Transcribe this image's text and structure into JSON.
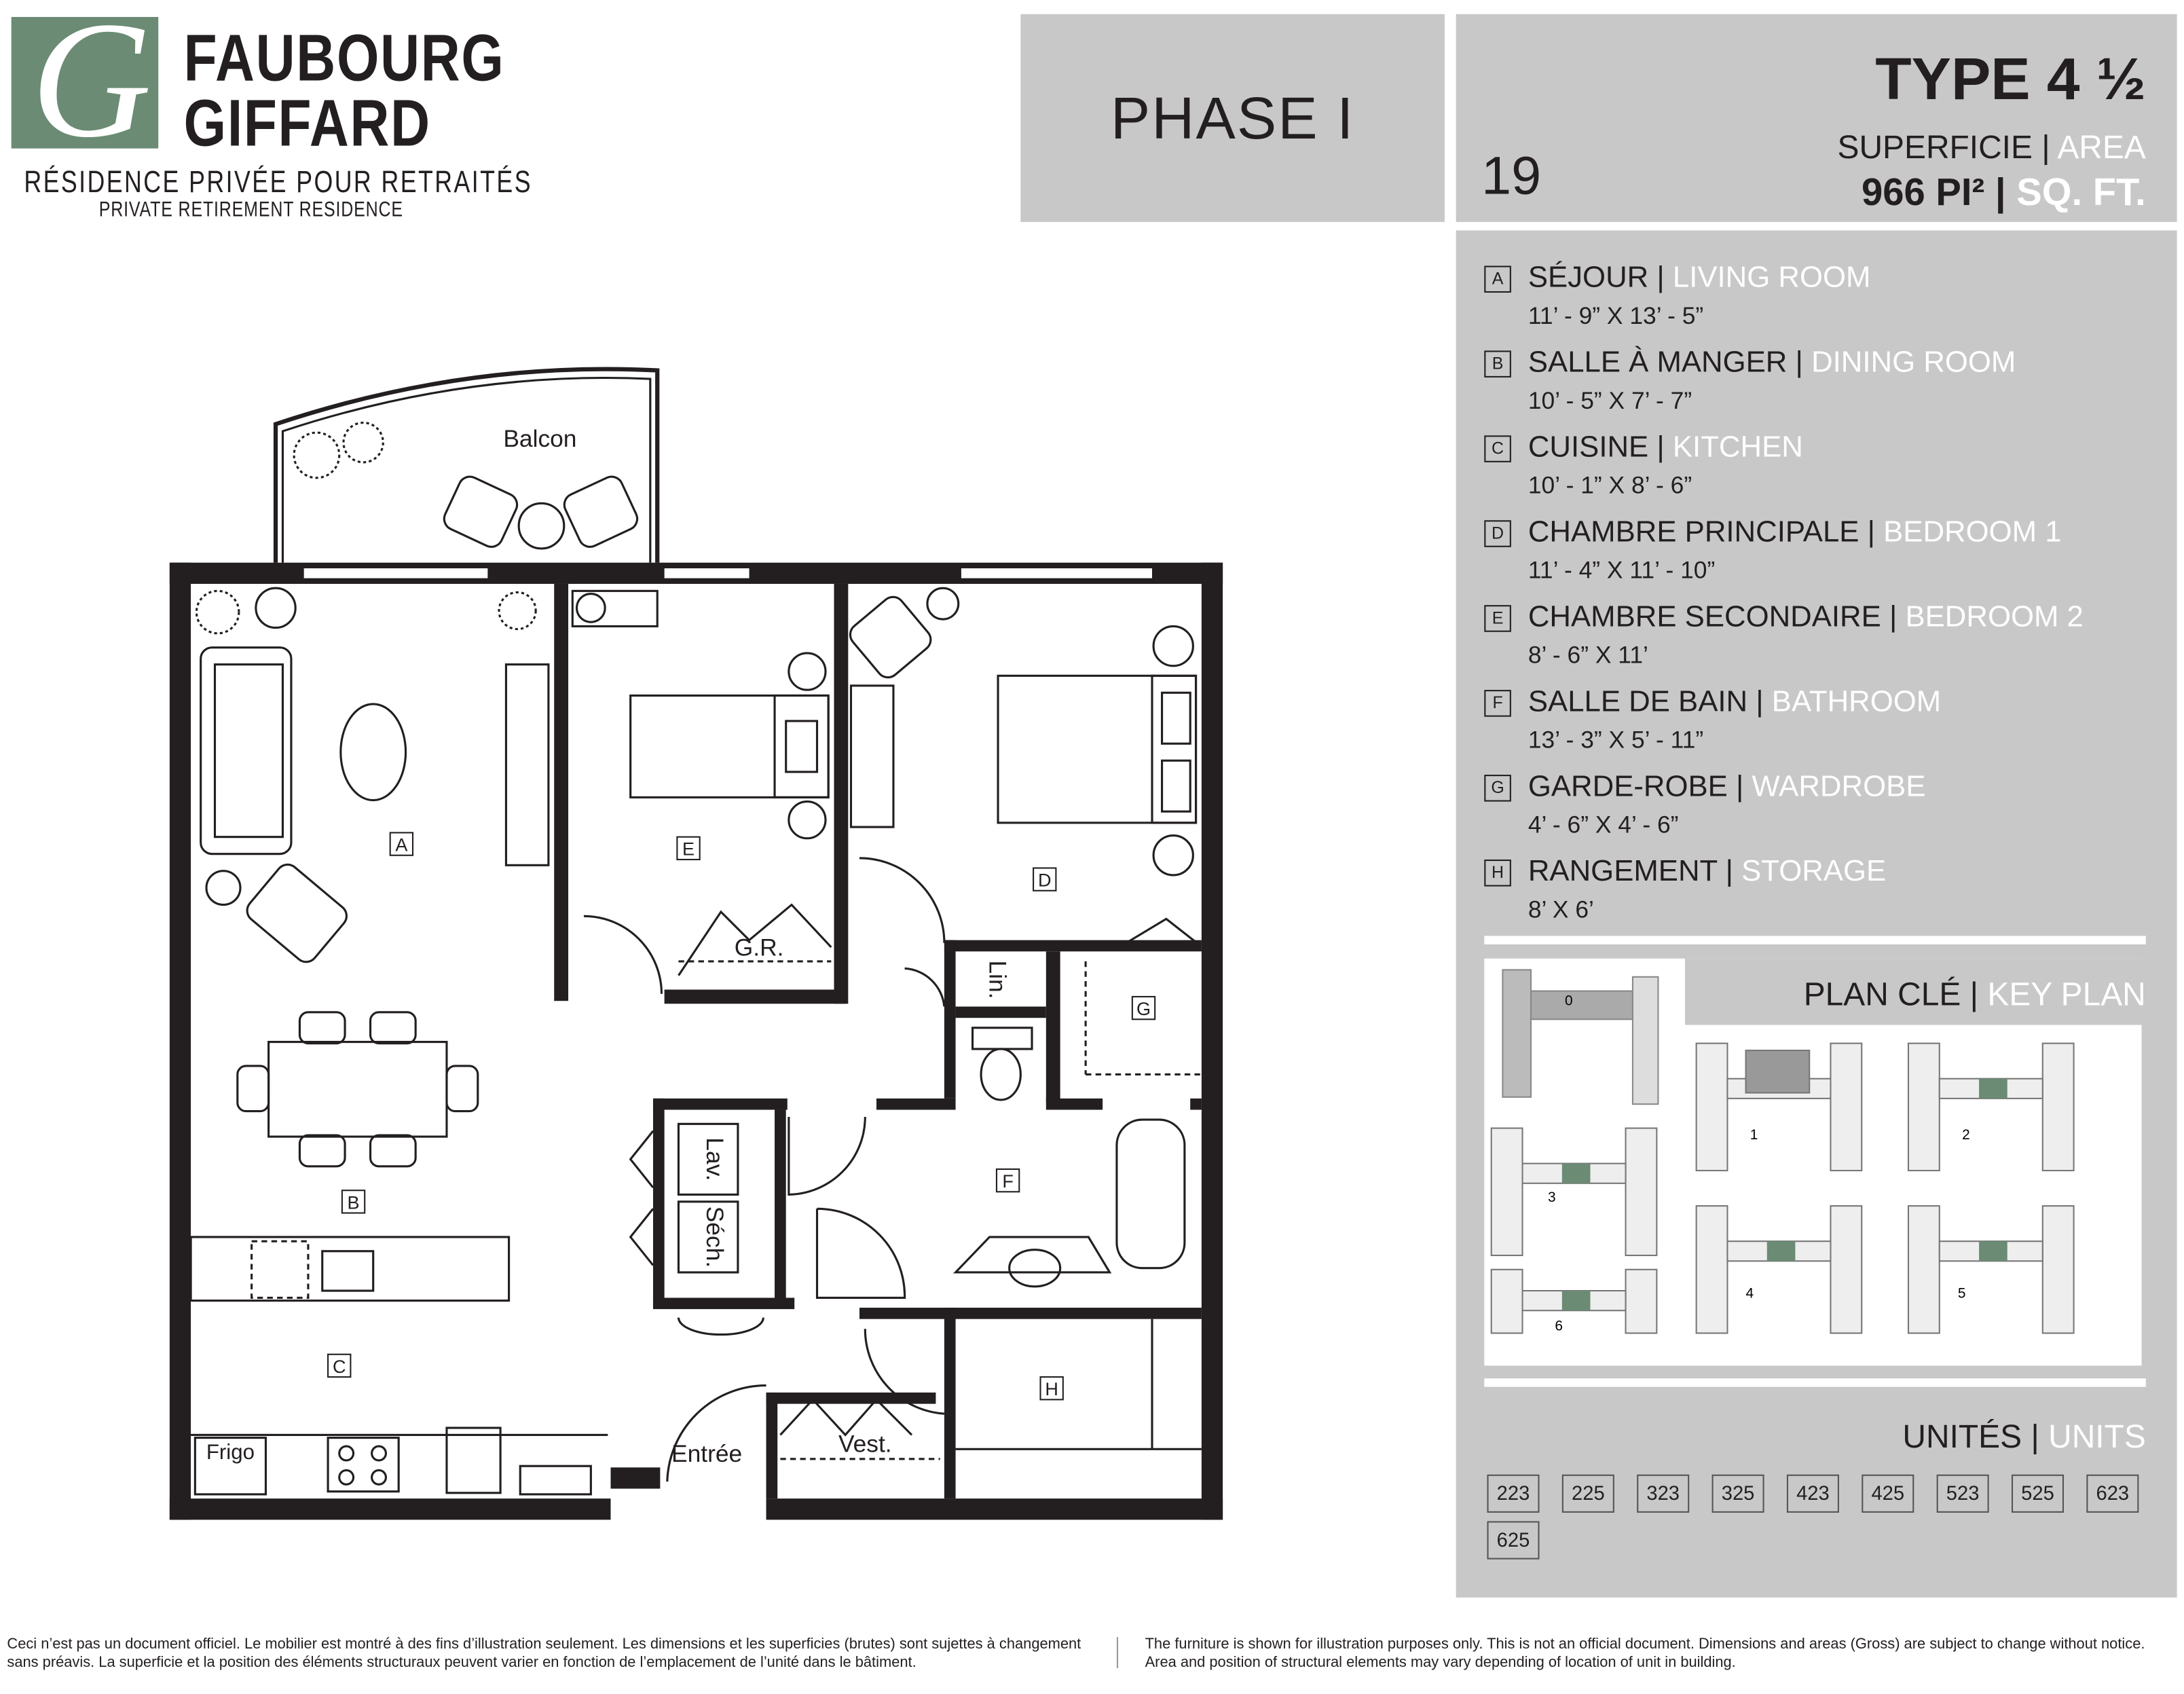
{
  "brand": {
    "logo_letter": "G",
    "name_line1": "FAUBOURG",
    "name_line2": "GIFFARD",
    "tagline_fr": "RÉSIDENCE PRIVÉE POUR RETRAITÉS",
    "tagline_en": "PRIVATE RETIREMENT RESIDENCE",
    "logo_color": "#6b8b74"
  },
  "phase": "PHASE I",
  "unit_type": {
    "number": "19",
    "type": "TYPE 4 ½",
    "area_label_fr": "SUPERFICIE |",
    "area_label_en": "AREA",
    "area_value": "966 PI² |",
    "area_unit_en": "SQ. FT."
  },
  "rooms": [
    {
      "letter": "A",
      "fr": "SÉJOUR |",
      "en": "LIVING ROOM",
      "dim": "11’ - 9” X 13’ - 5”"
    },
    {
      "letter": "B",
      "fr": "SALLE À MANGER |",
      "en": "DINING ROOM",
      "dim": "10’ - 5” X 7’ - 7”"
    },
    {
      "letter": "C",
      "fr": "CUISINE |",
      "en": "KITCHEN",
      "dim": "10’ - 1” X 8’ - 6”"
    },
    {
      "letter": "D",
      "fr": "CHAMBRE PRINCIPALE |",
      "en": "BEDROOM 1",
      "dim": "11’ - 4” X 11’ - 10”"
    },
    {
      "letter": "E",
      "fr": "CHAMBRE SECONDAIRE |",
      "en": "BEDROOM 2",
      "dim": "8’ - 6” X 11’"
    },
    {
      "letter": "F",
      "fr": "SALLE DE BAIN |",
      "en": "BATHROOM",
      "dim": "13’ - 3” X 5’ - 11”"
    },
    {
      "letter": "G",
      "fr": "GARDE-ROBE |",
      "en": "WARDROBE",
      "dim": "4’ - 6” X 4’ - 6”"
    },
    {
      "letter": "H",
      "fr": "RANGEMENT |",
      "en": "STORAGE",
      "dim": "8’ X 6’"
    }
  ],
  "key_plan": {
    "title_fr": "PLAN CLÉ |",
    "title_en": "KEY PLAN",
    "floors": [
      "0",
      "1",
      "2",
      "3",
      "4",
      "5",
      "6"
    ],
    "highlight_color": "#6b8b74"
  },
  "units": {
    "title_fr": "UNITÉS |",
    "title_en": "UNITS",
    "list": [
      "223",
      "225",
      "323",
      "325",
      "423",
      "425",
      "523",
      "525",
      "623",
      "625"
    ]
  },
  "plan_labels": {
    "balcony": "Balcon",
    "A": "A",
    "B": "B",
    "C": "C",
    "D": "D",
    "E": "E",
    "F": "F",
    "G": "G",
    "H": "H",
    "gr": "G.R.",
    "lin": "Lin.",
    "lav": "Lav.",
    "sech": "Séch.",
    "frigo": "Frigo",
    "entree": "Entrée",
    "vest": "Vest."
  },
  "footer": {
    "fr": "Ceci n’est pas un document officiel. Le mobilier est montré à des fins d’illustration seulement. Les dimensions et les superficies (brutes) sont sujettes à changement sans préavis. La superficie et la position des éléments structuraux peuvent varier en fonction de l’emplacement de l’unité dans le bâtiment.",
    "en": "The furniture is shown for illustration purposes only. This is not an official document. Dimensions and areas (Gross) are subject to change without notice. Area and position of structural elements may vary depending of location of unit in building."
  }
}
